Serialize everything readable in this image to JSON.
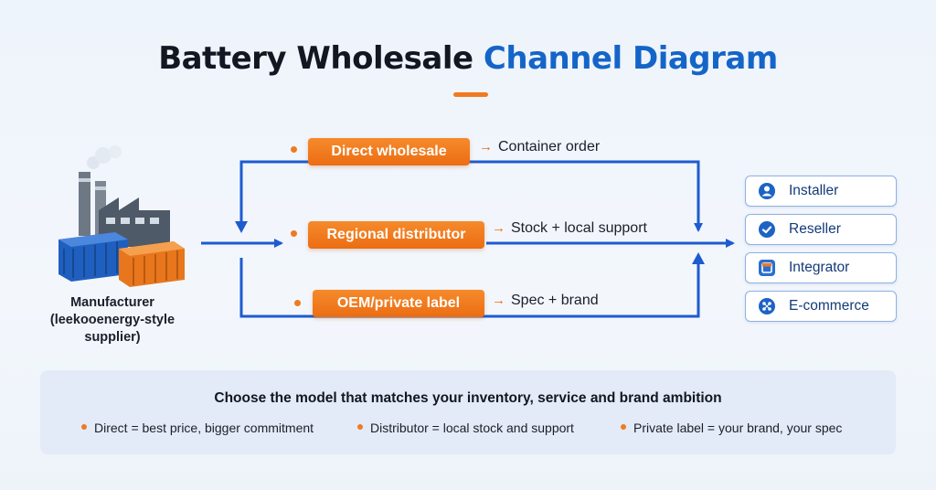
{
  "title": {
    "part1": "Battery Wholesale",
    "part2": "Channel Diagram"
  },
  "manufacturer": {
    "line1": "Manufacturer",
    "line2": "(leekooenergy-style",
    "line3": "supplier)"
  },
  "channels": [
    {
      "label": "Direct wholesale",
      "note": "Container order"
    },
    {
      "label": "Regional distributor",
      "note": "Stock + local support"
    },
    {
      "label": "OEM/private label",
      "note": "Spec + brand"
    }
  ],
  "arrow_glyph": "→",
  "roles": [
    {
      "label": "Installer",
      "icon": "person-icon"
    },
    {
      "label": "Reseller",
      "icon": "check-badge-icon"
    },
    {
      "label": "Integrator",
      "icon": "window-icon"
    },
    {
      "label": "E-commerce",
      "icon": "network-icon"
    }
  ],
  "summary": {
    "heading": "Choose the model that matches your inventory, service and brand ambition",
    "bullets": [
      "Direct = best price, bigger commitment",
      "Distributor = local stock and support",
      "Private label = your brand, your spec"
    ]
  },
  "colors": {
    "accent": "#f07a1f",
    "blue": "#1565c8",
    "line": "#1d5bd0"
  }
}
